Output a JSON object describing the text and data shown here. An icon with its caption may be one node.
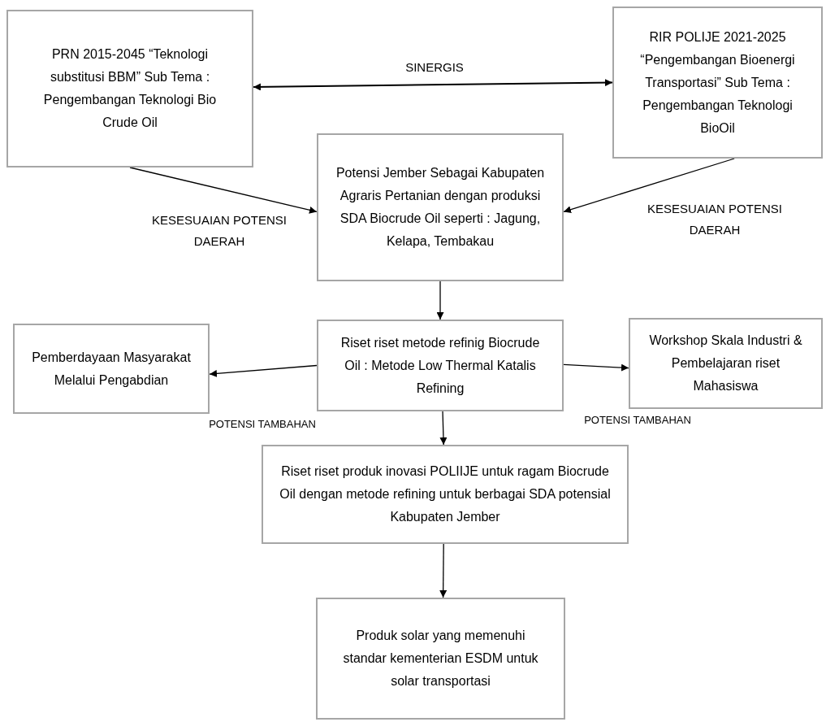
{
  "diagram": {
    "nodes": [
      {
        "text": [
          "PRN 2015-2045 “Teknologi substitusi BBM” Sub Tema : Pengembangan Teknologi Bio Crude Oil"
        ]
      },
      {
        "text": [
          "RIR POLIJE 2021-2025 “Pengembangan Bioenergi Transportasi” Sub Tema : Pengembangan Teknologi BioOil"
        ]
      },
      {
        "text": [
          "Potensi Jember Sebagai Kabupaten Agraris Pertanian dengan produksi SDA Biocrude Oil seperti : Jagung, Kelapa, Tembakau"
        ]
      },
      {
        "text": [
          "Riset riset metode refinig Biocrude Oil : Metode Low Thermal Katalis Refining"
        ]
      },
      {
        "text": [
          "Pemberdayaan Masyarakat Melalui Pengabdian"
        ]
      },
      {
        "text": [
          "Workshop Skala Industri & Pembelajaran riset Mahasiswa"
        ]
      },
      {
        "text": [
          "Riset riset produk inovasi POLIIJE untuk ragam Biocrude Oil dengan metode refining untuk berbagai SDA potensial Kabupaten Jember"
        ]
      },
      {
        "text": [
          "Produk solar yang memenuhi standar kementerian ESDM untuk solar transportasi"
        ]
      }
    ],
    "edges": [
      {
        "from": 0,
        "to": 1,
        "arrow": "both",
        "label": "SINERGIS"
      },
      {
        "from": 0,
        "to": 2,
        "arrow": "to",
        "label": "KESESUAIAN POTENSI DAERAH"
      },
      {
        "from": 1,
        "to": 2,
        "arrow": "to",
        "label": "KESESUAIAN POTENSI DAERAH"
      },
      {
        "from": 2,
        "to": 3,
        "arrow": "to"
      },
      {
        "from": 3,
        "to": 4,
        "arrow": "to",
        "label": "POTENSI TAMBAHAN"
      },
      {
        "from": 3,
        "to": 5,
        "arrow": "to",
        "label": "POTENSI TAMBAHAN"
      },
      {
        "from": 3,
        "to": 6,
        "arrow": "to"
      },
      {
        "from": 6,
        "to": 7,
        "arrow": "to"
      }
    ]
  }
}
